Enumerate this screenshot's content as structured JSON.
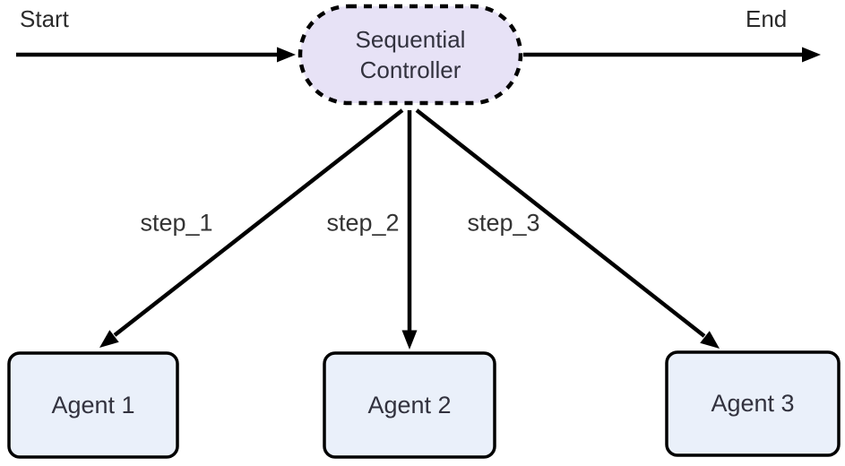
{
  "diagram": {
    "type": "flowchart",
    "start_label": "Start",
    "end_label": "End",
    "controller": {
      "line1": "Sequential",
      "line2": "Controller"
    },
    "steps": [
      {
        "label": "step_1"
      },
      {
        "label": "step_2"
      },
      {
        "label": "step_3"
      }
    ],
    "agents": [
      {
        "label": "Agent 1"
      },
      {
        "label": "Agent 2"
      },
      {
        "label": "Agent 3"
      }
    ],
    "colors": {
      "background": "#ffffff",
      "edge": "#000000",
      "controller_fill": "#e7e2f6",
      "controller_stroke": "#000000",
      "agent_fill": "#eaf0fa",
      "agent_stroke": "#000000",
      "text": "#333333"
    }
  }
}
